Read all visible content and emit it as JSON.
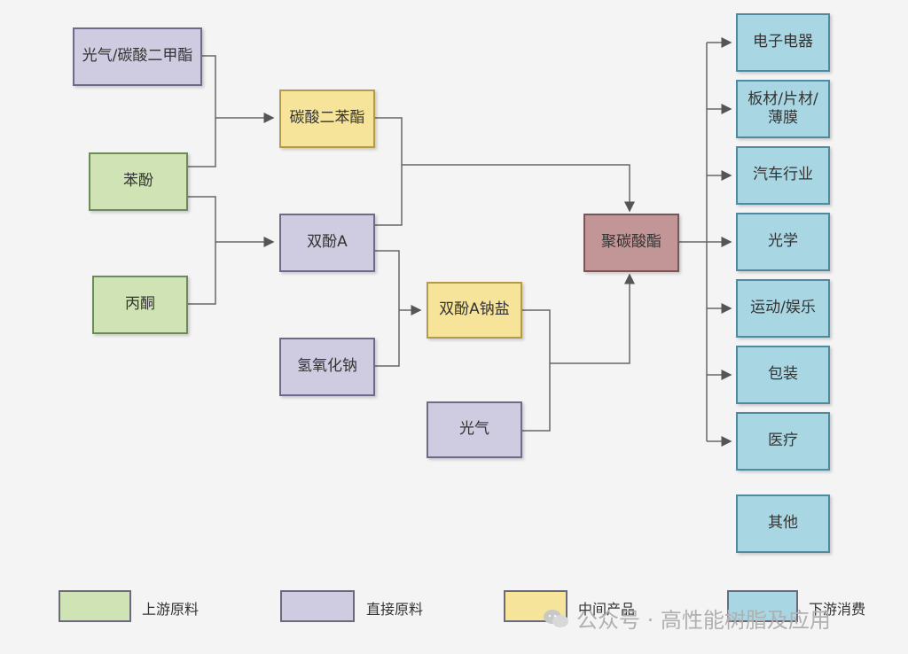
{
  "nodes": {
    "phosgene_dmc": "光气/碳酸二甲酯",
    "phenol": "苯酚",
    "acetone": "丙酮",
    "diphenyl_carbonate": "碳酸二苯酯",
    "bisphenol_a": "双酚A",
    "sodium_hydroxide": "氢氧化钠",
    "bpa_sodium_salt": "双酚A钠盐",
    "phosgene": "光气",
    "polycarbonate": "聚碳酸酯"
  },
  "downstream": [
    "电子电器",
    "板材/片材/薄膜",
    "汽车行业",
    "光学",
    "运动/娱乐",
    "包装",
    "医疗",
    "其他"
  ],
  "legend": {
    "upstream": "上游原料",
    "direct": "直接原料",
    "intermediate": "中间产品",
    "downstream": "下游消费"
  },
  "colors": {
    "upstream": "#cfe3b4",
    "direct": "#cfcbe0",
    "intermediate": "#f6e49a",
    "downstream": "#a9d6e3",
    "product": "#c29597"
  },
  "watermark": "公众号 · 高性能树脂及应用"
}
